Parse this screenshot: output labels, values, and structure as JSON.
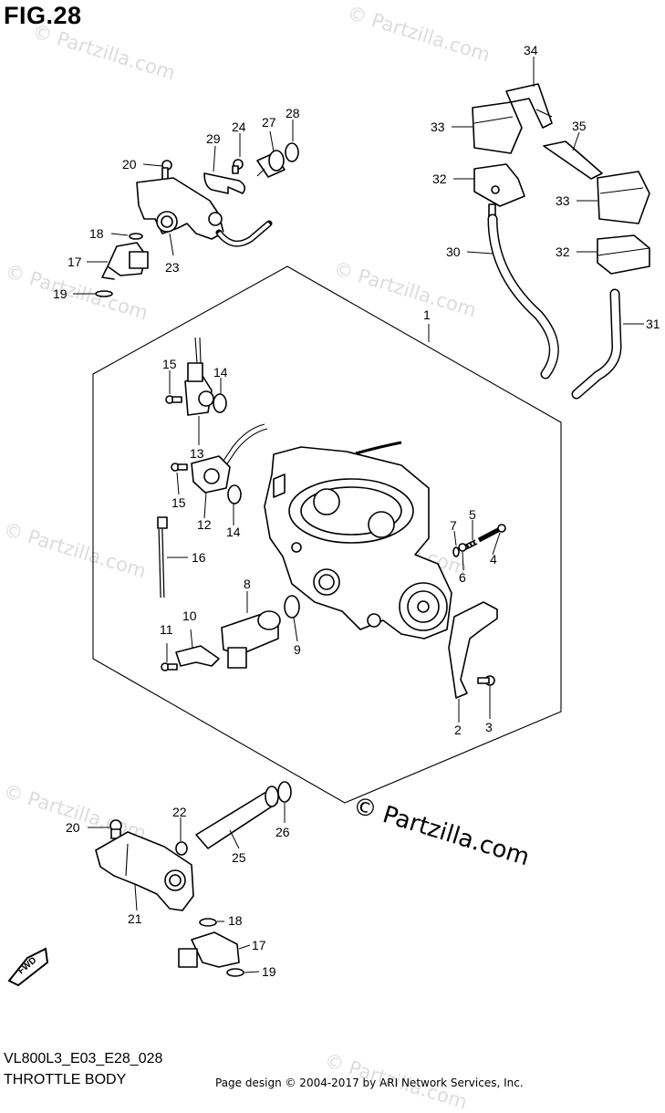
{
  "figure": {
    "title": "FIG.28",
    "model_code": "VL800L3_E03_E28_028",
    "name": "THROTTLE BODY",
    "credit": "Page design © 2004-2017 by ARI Network Services, Inc.",
    "brand": "© Partzilla.com",
    "watermark": "© Partzilla.com",
    "fwd": "FWD"
  },
  "callouts": {
    "n1": "1",
    "n2": "2",
    "n3": "3",
    "n4": "4",
    "n5": "5",
    "n6": "6",
    "n7": "7",
    "n8": "8",
    "n9": "9",
    "n10": "10",
    "n11": "11",
    "n12": "12",
    "n13": "13",
    "n14a": "14",
    "n14b": "14",
    "n15a": "15",
    "n15b": "15",
    "n16": "16",
    "n17a": "17",
    "n17b": "17",
    "n18a": "18",
    "n18b": "18",
    "n19a": "19",
    "n19b": "19",
    "n20a": "20",
    "n20b": "20",
    "n21": "21",
    "n22": "22",
    "n23": "23",
    "n24": "24",
    "n25": "25",
    "n26": "26",
    "n27": "27",
    "n28": "28",
    "n29": "29",
    "n30": "30",
    "n31": "31",
    "n32a": "32",
    "n32b": "32",
    "n33a": "33",
    "n33b": "33",
    "n34": "34",
    "n35": "35"
  }
}
